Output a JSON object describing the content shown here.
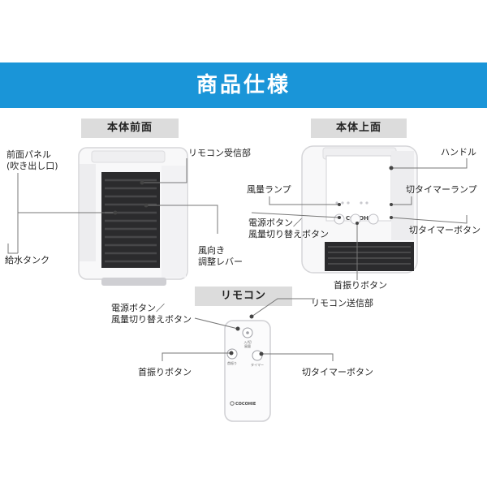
{
  "title": "商品仕様",
  "sections": {
    "front": "本体前面",
    "top": "本体上面",
    "remote": "リモコン"
  },
  "front_labels": {
    "panel_line1": "前面パネル",
    "panel_line2": "(吹き出し口)",
    "receiver": "リモコン受信部",
    "louver_line1": "風向き",
    "louver_line2": "調整レバー",
    "tank": "給水タンク"
  },
  "top_labels": {
    "handle": "ハンドル",
    "fan_lamp": "風量ランプ",
    "timer_lamp": "切タイマーランプ",
    "power_line1": "電源ボタン／",
    "power_line2": "風量切り替えボタン",
    "timer_button": "切タイマーボタン",
    "swing_button": "首振りボタン"
  },
  "remote_labels": {
    "power_line1": "電源ボタン／",
    "power_line2": "風量切り替えボタン",
    "transmitter": "リモコン送信部",
    "swing_button": "首振りボタン",
    "timer_button": "切タイマーボタン"
  },
  "remote_device": {
    "brand": "COCOHIE",
    "button_power_line1": "入/切",
    "button_power_line2": "風量",
    "button_swing": "首振り",
    "button_timer": "タイマー"
  },
  "top_device": {
    "brand": "COCOHIE"
  },
  "colors": {
    "banner": "#1a95d8",
    "section_label_bg": "#dcdcdc"
  }
}
